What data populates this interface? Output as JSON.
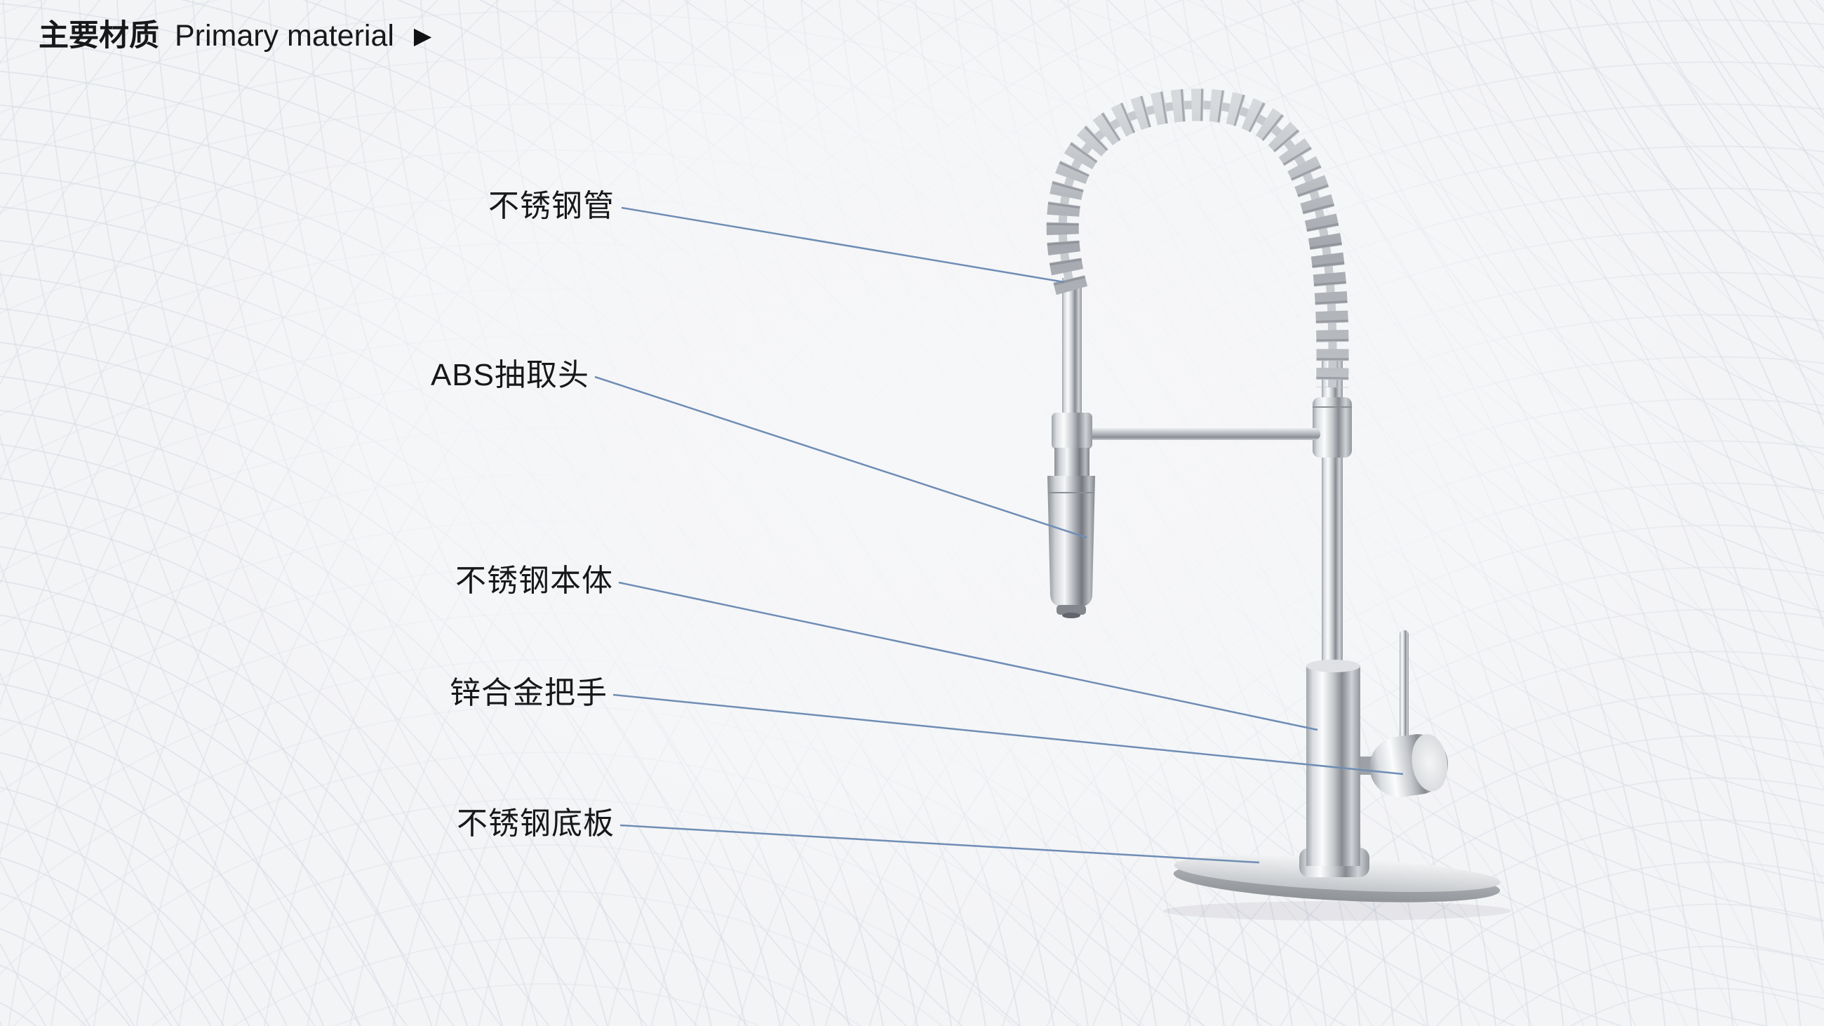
{
  "header": {
    "title_zh": "主要材质",
    "title_en": "Primary material",
    "arrow": "▶"
  },
  "diagram": {
    "labels": [
      {
        "id": "steel-tube",
        "text": "不锈钢管"
      },
      {
        "id": "abs-sprayer",
        "text": "ABS抽取头"
      },
      {
        "id": "steel-body",
        "text": "不锈钢本体"
      },
      {
        "id": "zinc-handle",
        "text": "锌合金把手"
      },
      {
        "id": "steel-plate",
        "text": "不锈钢底板"
      }
    ]
  },
  "colors": {
    "background": "#f3f4f6",
    "contour_line": "#dfe3ea",
    "leader_line": "#6f8db5",
    "text": "#17181a",
    "chrome_light": "#fbfcfd",
    "chrome_dark": "#878b91"
  }
}
